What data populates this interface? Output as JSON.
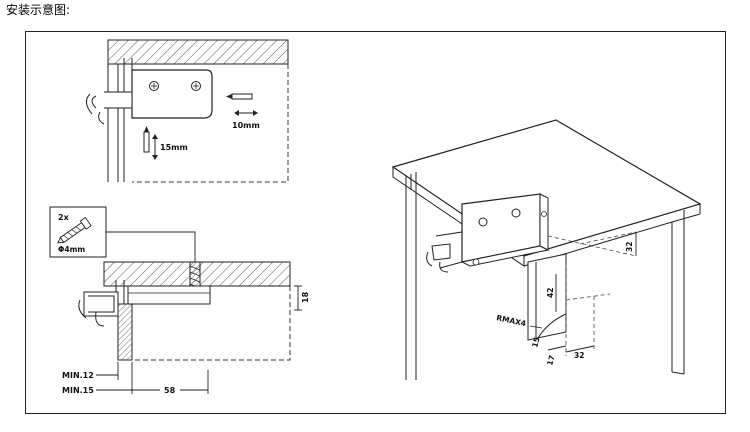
{
  "page_title": "安装示意图:",
  "labels": {
    "screw_depth": "15mm",
    "lateral_adjust": "10mm",
    "screw_count": "2x",
    "screw_diameter": "Φ4mm",
    "panel_gap": "18",
    "min_12": "MIN.12",
    "min_15": "MIN.15",
    "dim_58": "58",
    "rmax": "RMAX4",
    "dim_32_top": "32",
    "dim_42": "42",
    "dim_15": "15",
    "dim_17": "17",
    "dim_32_bottom": "32"
  }
}
